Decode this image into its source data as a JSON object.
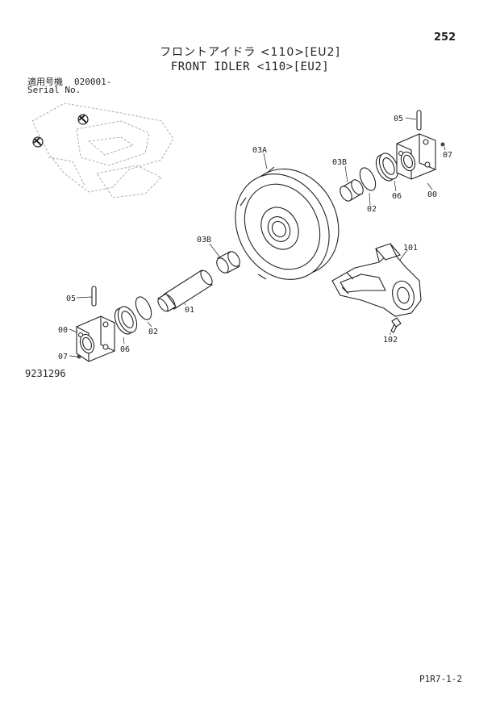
{
  "page_number": "252",
  "title_jp": "フロントアイドラ <110>[EU2]",
  "title_en": "FRONT IDLER <110>[EU2]",
  "serial": {
    "label_jp": "適用号機",
    "value": "020001-",
    "label_en": "Serial No."
  },
  "diagram_id": "9231296",
  "page_code": "P1R7-1-2",
  "callouts": {
    "pin_right": "05",
    "nut_right": "07",
    "bearing_right": "00",
    "seal_right": "06",
    "oring_right": "02",
    "idler_wheel": "03A",
    "bushing_right": "03B",
    "bushing_left": "03B",
    "bracket": "101",
    "bolt": "102",
    "shaft": "01",
    "pin_left": "05",
    "bearing_left": "00",
    "nut_left": "07",
    "oring_left": "02",
    "seal_left": "06"
  }
}
